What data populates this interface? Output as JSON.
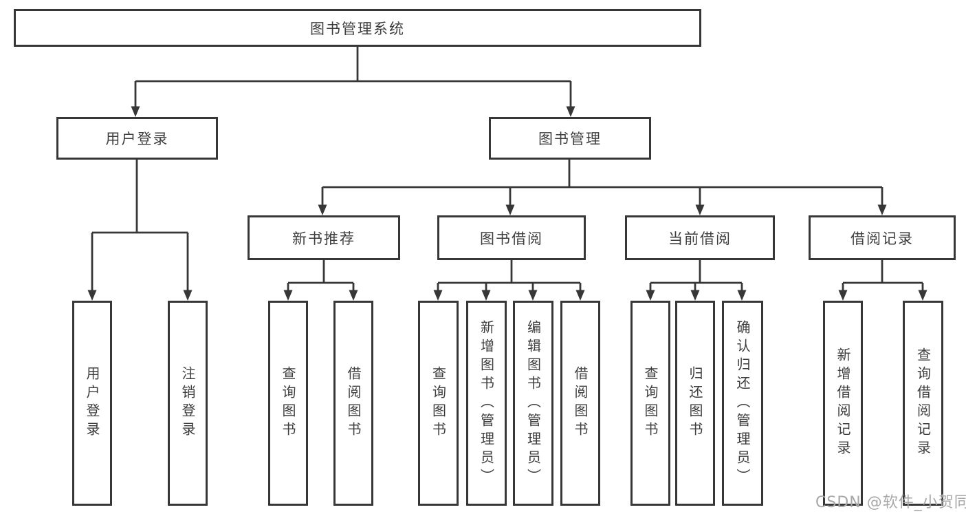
{
  "colors": {
    "line": "#373737",
    "text": "#3d3d3d",
    "background": "#ffffff",
    "watermark": "#a8a8a8"
  },
  "watermark": {
    "text": "CSDN @软件_小贺同学"
  },
  "tree": {
    "label": "图书管理系统",
    "children": [
      {
        "label": "用户登录",
        "children": [
          {
            "label": "用户登录"
          },
          {
            "label": "注销登录"
          }
        ]
      },
      {
        "label": "图书管理",
        "children": [
          {
            "label": "新书推荐",
            "children": [
              {
                "label": "查询图书"
              },
              {
                "label": "借阅图书"
              }
            ]
          },
          {
            "label": "图书借阅",
            "children": [
              {
                "label": "查询图书"
              },
              {
                "label": "新增图书（管理员）"
              },
              {
                "label": "编辑图书（管理员）"
              },
              {
                "label": "借阅图书"
              }
            ]
          },
          {
            "label": "当前借阅",
            "children": [
              {
                "label": "查询图书"
              },
              {
                "label": "归还图书"
              },
              {
                "label": "确认归还（管理员）"
              }
            ]
          },
          {
            "label": "借阅记录",
            "children": [
              {
                "label": "新增借阅记录"
              },
              {
                "label": "查询借阅记录"
              }
            ]
          }
        ]
      }
    ]
  }
}
